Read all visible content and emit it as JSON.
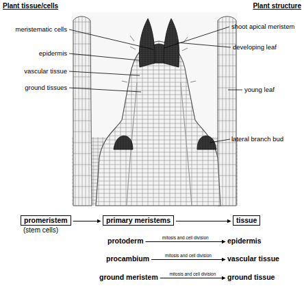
{
  "diagram": {
    "nodes": [
      {
        "text": [
          "promeristem",
          "(stem cells)"
        ]
      },
      {
        "text": [
          "primary meristems"
        ]
      },
      {
        "text": [
          "tissue"
        ]
      },
      {
        "text": [
          "protoderm"
        ]
      },
      {
        "text": [
          "epidermis"
        ]
      },
      {
        "text": [
          "procambium"
        ]
      },
      {
        "text": [
          "vascular tissue"
        ]
      },
      {
        "text": [
          "ground meristem"
        ]
      },
      {
        "text": [
          "ground tissue"
        ]
      }
    ],
    "edges": [
      {
        "from": 0,
        "to": 1,
        "arrow": "to"
      },
      {
        "from": 1,
        "to": 2,
        "arrow": "to"
      },
      {
        "from": 3,
        "to": 4,
        "label": "mitosis and cell division",
        "arrow": "to"
      },
      {
        "from": 5,
        "to": 6,
        "label": "mitosis and cell division",
        "arrow": "to"
      },
      {
        "from": 7,
        "to": 8,
        "label": "mitosis and cell division",
        "arrow": "to"
      }
    ],
    "labels": [
      "Plant tissue/cells",
      "Plant structure",
      "meristematic cells",
      "epidermis",
      "vascular tissue",
      "ground tissues",
      "shoot apical meristem",
      "developing leaf",
      "young leaf",
      "lateral branch bud"
    ]
  }
}
